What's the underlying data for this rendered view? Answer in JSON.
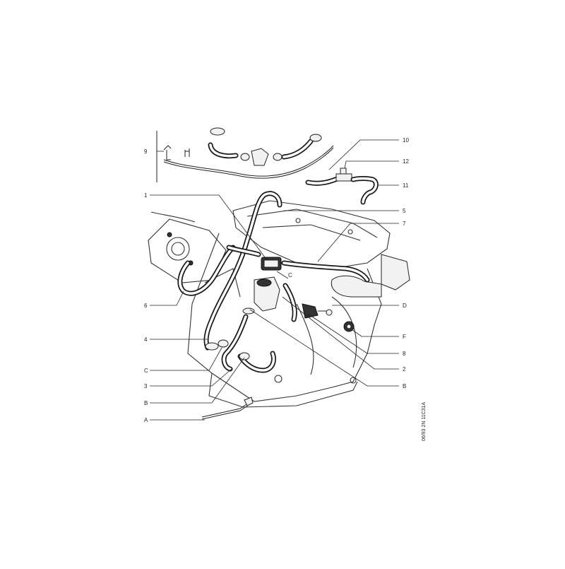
{
  "diagram": {
    "labels_right": [
      {
        "id": "lbl-10",
        "text": "10"
      },
      {
        "id": "lbl-12",
        "text": "12"
      },
      {
        "id": "lbl-11",
        "text": "11"
      },
      {
        "id": "lbl-5",
        "text": "5"
      },
      {
        "id": "lbl-7",
        "text": "7"
      },
      {
        "id": "lbl-D",
        "text": "D"
      },
      {
        "id": "lbl-F",
        "text": "F"
      },
      {
        "id": "lbl-8",
        "text": "8"
      },
      {
        "id": "lbl-2",
        "text": "2"
      },
      {
        "id": "lbl-B-right",
        "text": "B"
      }
    ],
    "labels_left": [
      {
        "id": "lbl-9",
        "text": "9"
      },
      {
        "id": "lbl-1",
        "text": "1"
      },
      {
        "id": "lbl-6",
        "text": "6"
      },
      {
        "id": "lbl-4",
        "text": "4"
      },
      {
        "id": "lbl-C-left",
        "text": "C"
      },
      {
        "id": "lbl-3",
        "text": "3"
      },
      {
        "id": "lbl-B-left",
        "text": "B"
      },
      {
        "id": "lbl-A",
        "text": "A"
      }
    ],
    "labels_inline": [
      {
        "id": "lbl-C-center",
        "text": "C"
      }
    ],
    "reference_code": "06/93  2N  11C31A"
  }
}
